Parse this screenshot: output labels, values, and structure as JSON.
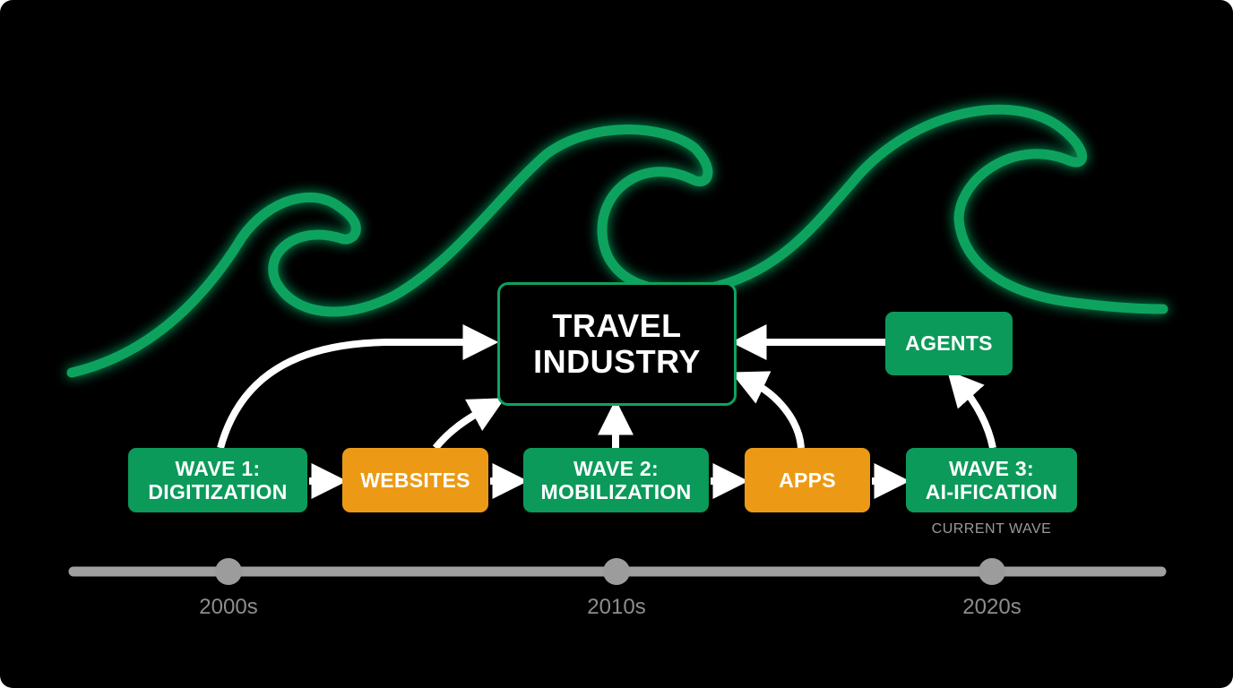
{
  "colors": {
    "background": "#000000",
    "wave_green": "#0ea35f",
    "box_green": "#0b9a5a",
    "box_orange": "#ec9a15",
    "arrow": "#ffffff",
    "timeline": "#a0a0a0",
    "timeline_dot": "#9c9c9c"
  },
  "icons": [
    "wave-line",
    "arrow-right",
    "arrow-up",
    "arrow-left"
  ],
  "hub": {
    "label": "TRAVEL\nINDUSTRY"
  },
  "flow": {
    "wave1": "WAVE 1:\nDIGITIZATION",
    "websites": "WEBSITES",
    "wave2": "WAVE 2:\nMOBILIZATION",
    "apps": "APPS",
    "wave3": "WAVE 3:\nAI-IFICATION",
    "wave3_caption": "CURRENT WAVE",
    "agents": "AGENTS"
  },
  "timeline": {
    "eras": [
      "2000s",
      "2010s",
      "2020s"
    ]
  }
}
